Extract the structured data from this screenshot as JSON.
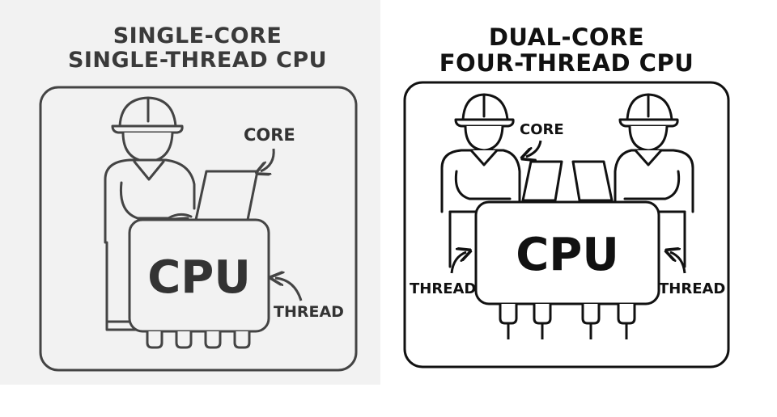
{
  "left_panel": {
    "title_lines": [
      "SINGLE-CORE",
      "SINGLE-THREAD CPU"
    ],
    "core_label": "CORE",
    "thread_label": "THREAD",
    "cpu_label": "CPU"
  },
  "right_panel": {
    "title_lines": [
      "DUAL-CORE",
      "FOUR-THREAD CPU"
    ],
    "core_label": "CORE",
    "thread_left_label": "THREAD",
    "thread_right_label": "THREAD",
    "cpu_label": "CPU"
  },
  "colors": {
    "left_stroke": "#444444",
    "right_stroke": "#111111",
    "left_background": "#f2f2f2"
  }
}
